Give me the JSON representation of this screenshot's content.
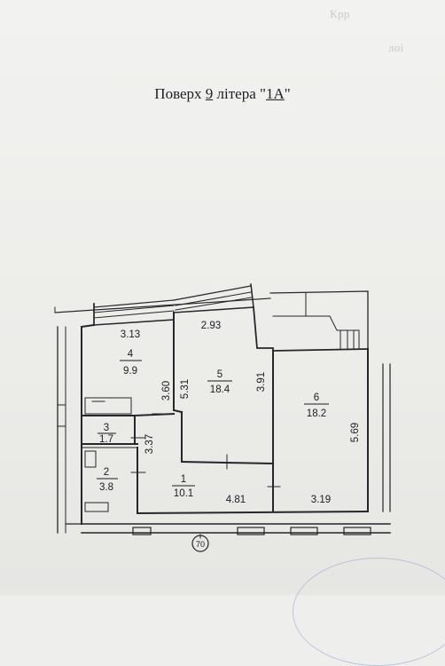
{
  "header": {
    "title_prefix": "Поверх ",
    "floor": "9",
    "title_mid": " літера \"",
    "letter": "1А",
    "title_suffix": "\""
  },
  "background_text": {
    "line1": "Крр",
    "line2": "лоі"
  },
  "rooms": [
    {
      "number": "1",
      "area": "10.1"
    },
    {
      "number": "2",
      "area": "3.8"
    },
    {
      "number": "3",
      "area": "1.7"
    },
    {
      "number": "4",
      "area": "9.9"
    },
    {
      "number": "5",
      "area": "18.4"
    },
    {
      "number": "6",
      "area": "18.2"
    }
  ],
  "dimensions": {
    "d_313": "3.13",
    "d_293": "2.93",
    "d_360": "3.60",
    "d_531": "5.31",
    "d_391": "3.91",
    "d_569": "5.69",
    "d_337": "3.37",
    "d_481": "4.81",
    "d_319": "3.19"
  },
  "axis_marker": "70",
  "colors": {
    "ink": "#1b1b22",
    "paper": "#eeeeec",
    "stamp": "#9fb0d6"
  }
}
